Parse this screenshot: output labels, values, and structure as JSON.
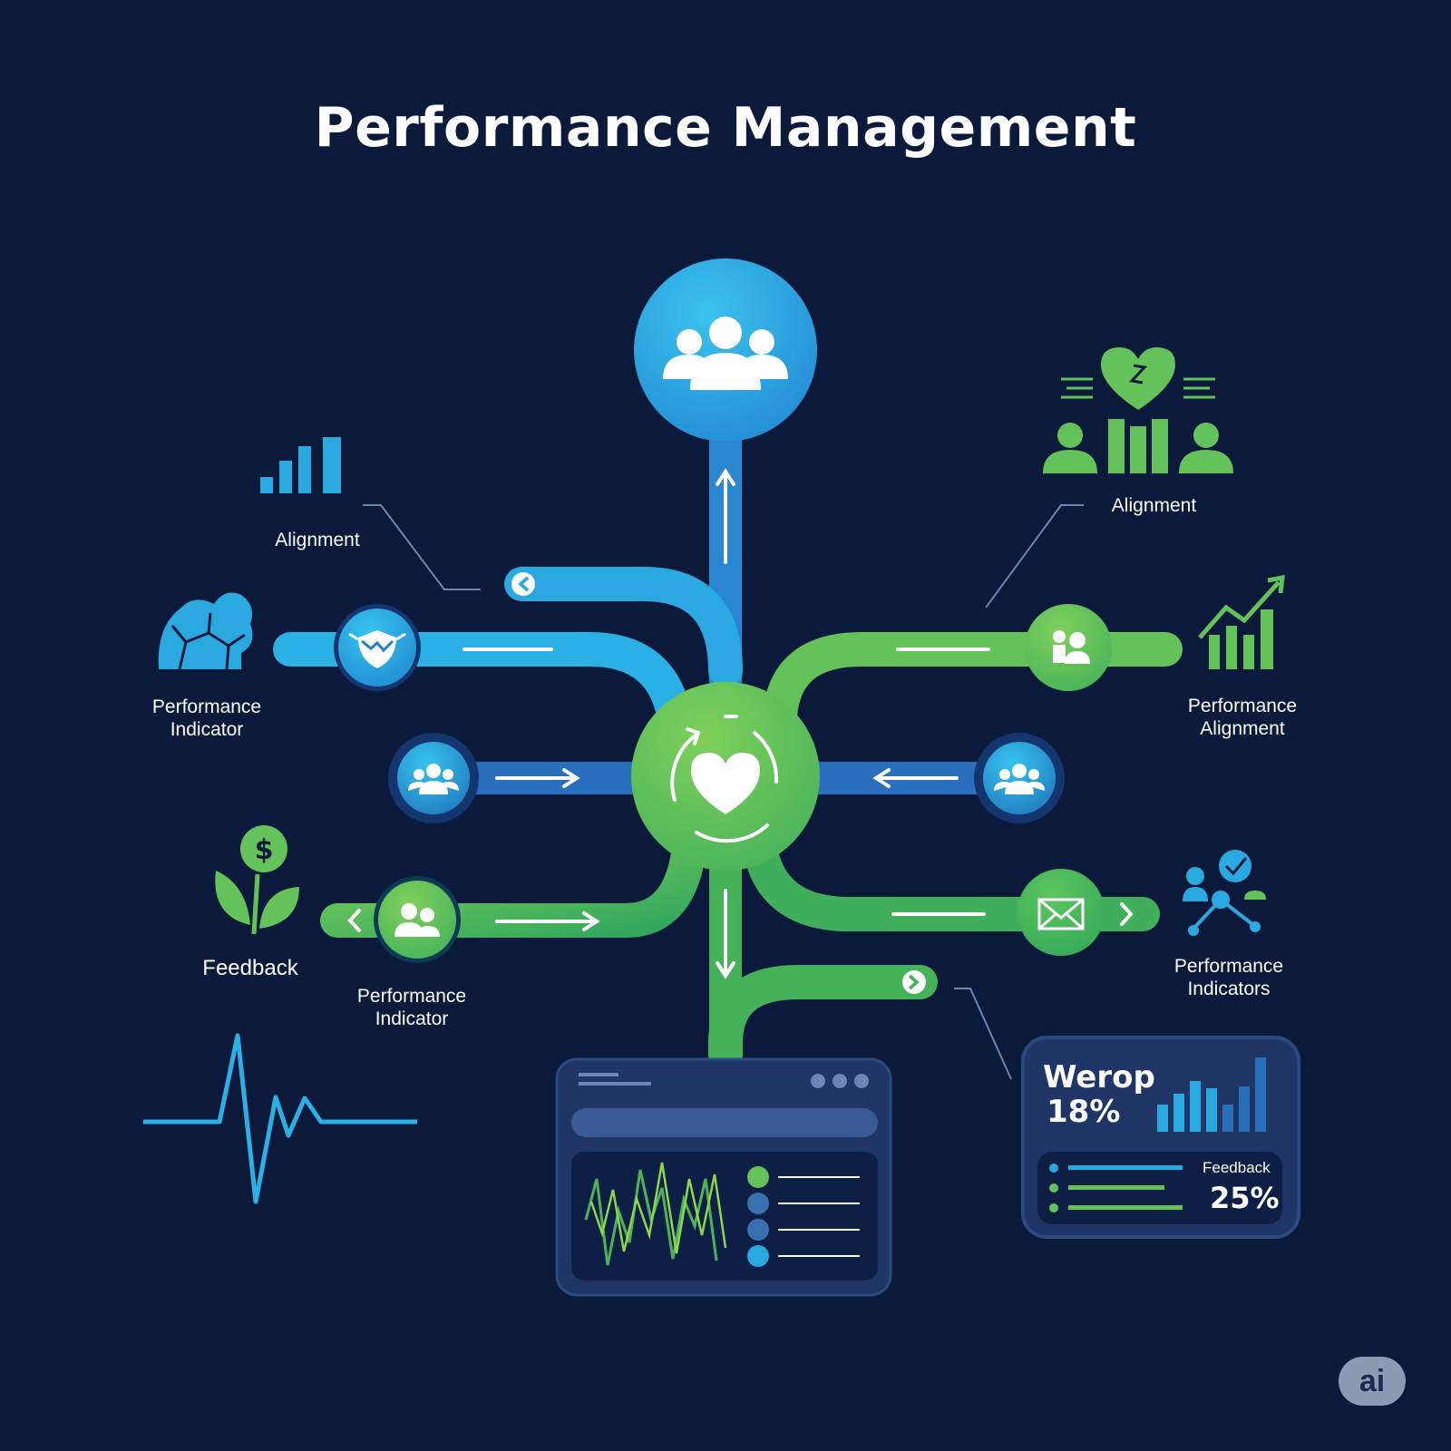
{
  "title": "Performance Management",
  "labels": {
    "alignment_left": "Alignment",
    "alignment_right": "Alignment",
    "performance_indicator_left": "Performance\nIndicator",
    "performance_alignment": "Performance\nAlignment",
    "feedback": "Feedback",
    "performance_indicator_bottom": "Performance\nIndicator",
    "performance_indicators_right": "Performance\nIndicators"
  },
  "stats_panel": {
    "headline": "Werop",
    "headline_value": "18%",
    "feedback_label": "Feedback",
    "feedback_value": "25%"
  },
  "badge": "ai",
  "colors": {
    "background": "#0b1a3b",
    "blue": "#2aa6df",
    "blue_dark": "#1f6fb8",
    "green": "#63c25a",
    "green_dark": "#3fae5a",
    "panel": "#1e3566"
  },
  "icons": {
    "top_node": "team-icon",
    "center_node": "heart-cycle-icon",
    "left_top_node": "handshake-shield-icon",
    "left_mid_node": "team-icon",
    "left_bottom_node": "two-people-icon",
    "right_top_node": "team-meeting-icon",
    "right_mid_node": "team-icon",
    "right_bottom_node": "envelope-icon"
  }
}
